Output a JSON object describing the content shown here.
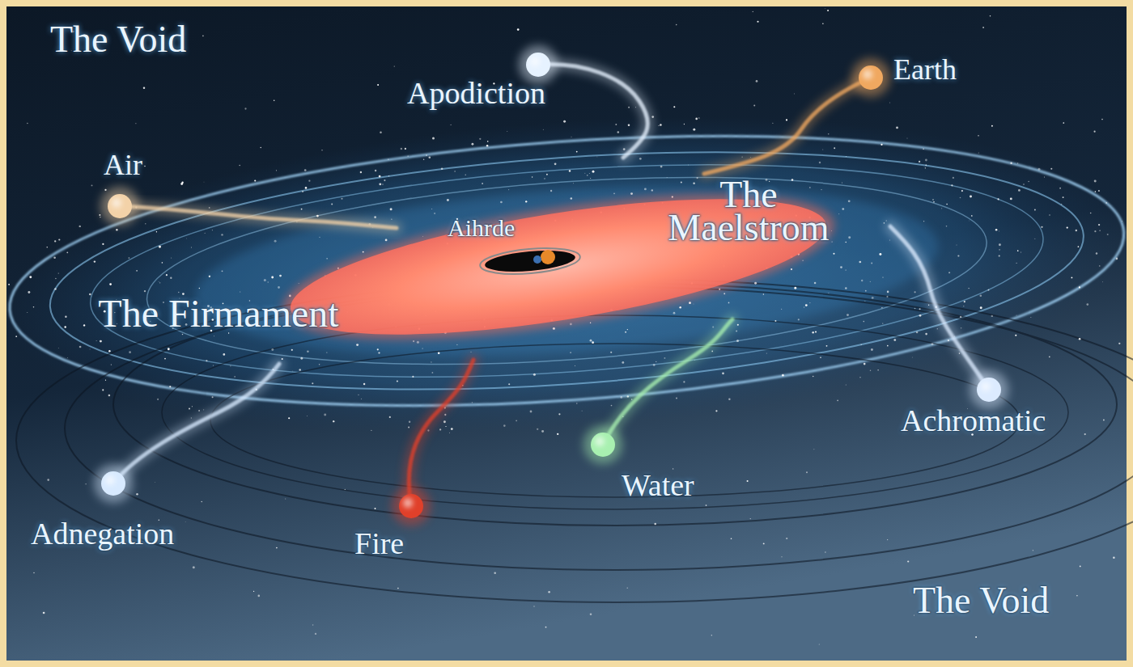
{
  "diagram": {
    "labels": [
      "The Void",
      "Apodiction",
      "Earth",
      "Air",
      "Aihrde",
      "The Maelstrom",
      "The Firmament",
      "Achromatic",
      "Water",
      "Adnegation",
      "Fire",
      "The Void"
    ]
  }
}
